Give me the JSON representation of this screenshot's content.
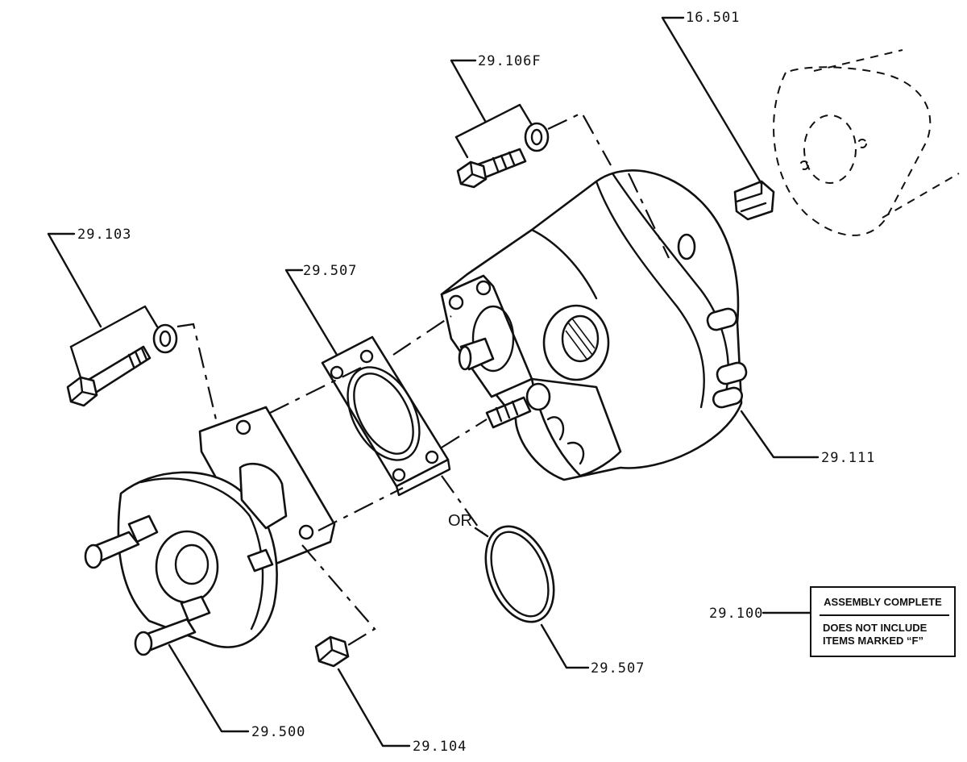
{
  "labels": {
    "l_16_501": "16.501",
    "l_29_106f": "29.106F",
    "l_29_103": "29.103",
    "l_29_507_top": "29.507",
    "l_29_111": "29.111",
    "l_29_100": "29.100",
    "l_29_507_bottom": "29.507",
    "l_29_500": "29.500",
    "l_29_104": "29.104",
    "or": "OR"
  },
  "note": {
    "line1": "ASSEMBLY COMPLETE",
    "line2a": "DOES NOT INCLUDE",
    "line2b": "ITEMS MARKED “F”"
  }
}
